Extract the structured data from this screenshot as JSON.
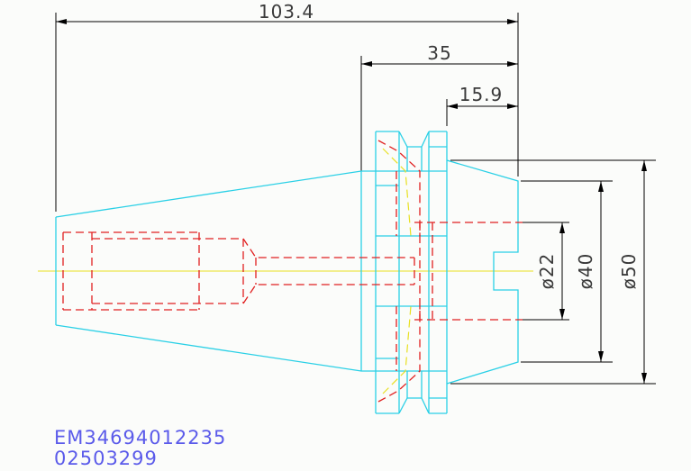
{
  "dimensions": {
    "overall_length": "103.4",
    "flange_length": "35",
    "collar_length": "15.9",
    "diameter_bore": "ø22",
    "diameter_mid": "ø40",
    "diameter_outer": "ø50"
  },
  "part_number": "EM34694012235",
  "serial_number": "02503299",
  "colors": {
    "outline": "#2ad0e6",
    "hidden_lines": "#e02020",
    "centerline": "#e8e020",
    "dimension_lines": "#000000",
    "label_text": "#5b5bea"
  }
}
